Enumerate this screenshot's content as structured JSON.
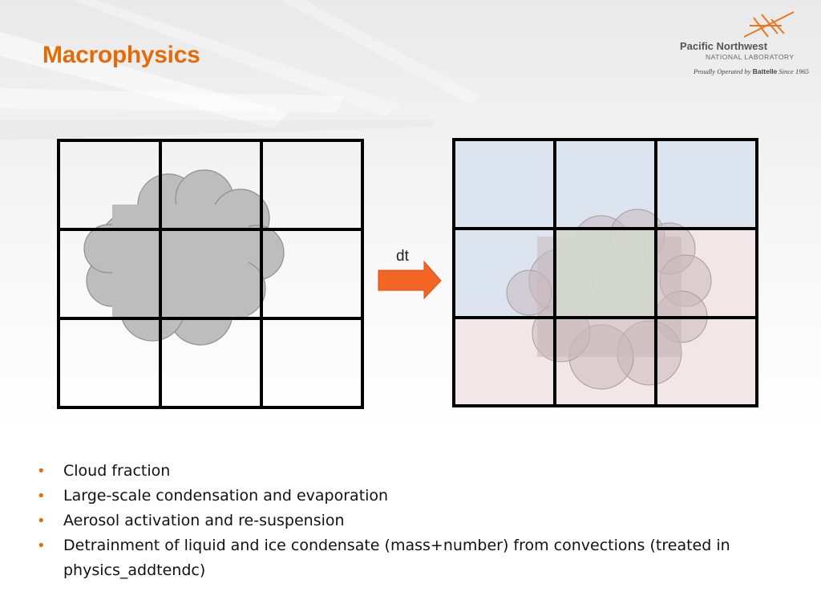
{
  "slide": {
    "title": "Macrophysics",
    "arrow_label": "dt",
    "bullets": [
      "Cloud fraction",
      "Large-scale condensation and evaporation",
      "Aerosol activation and re-suspension",
      "Detrainment of liquid and ice condensate (mass+number) from convections (treated in physics_addtendc)"
    ]
  },
  "logo": {
    "name_line1": "Pacific Northwest",
    "name_line2": "NATIONAL LABORATORY",
    "tagline_prefix": "Proudly Operated by ",
    "tagline_brand": "Battelle",
    "tagline_suffix": " Since 1965"
  },
  "colors": {
    "title": "#e36c0a",
    "arrow": "#f26522",
    "cloud_before": "#bdbdbd",
    "upper_region": "#dbe4ef",
    "lower_region": "#f3e6e6"
  },
  "icons": {
    "logo_mark": "pnnl-mark-icon",
    "arrow": "right-arrow-icon",
    "cloud": "cloud-icon"
  }
}
